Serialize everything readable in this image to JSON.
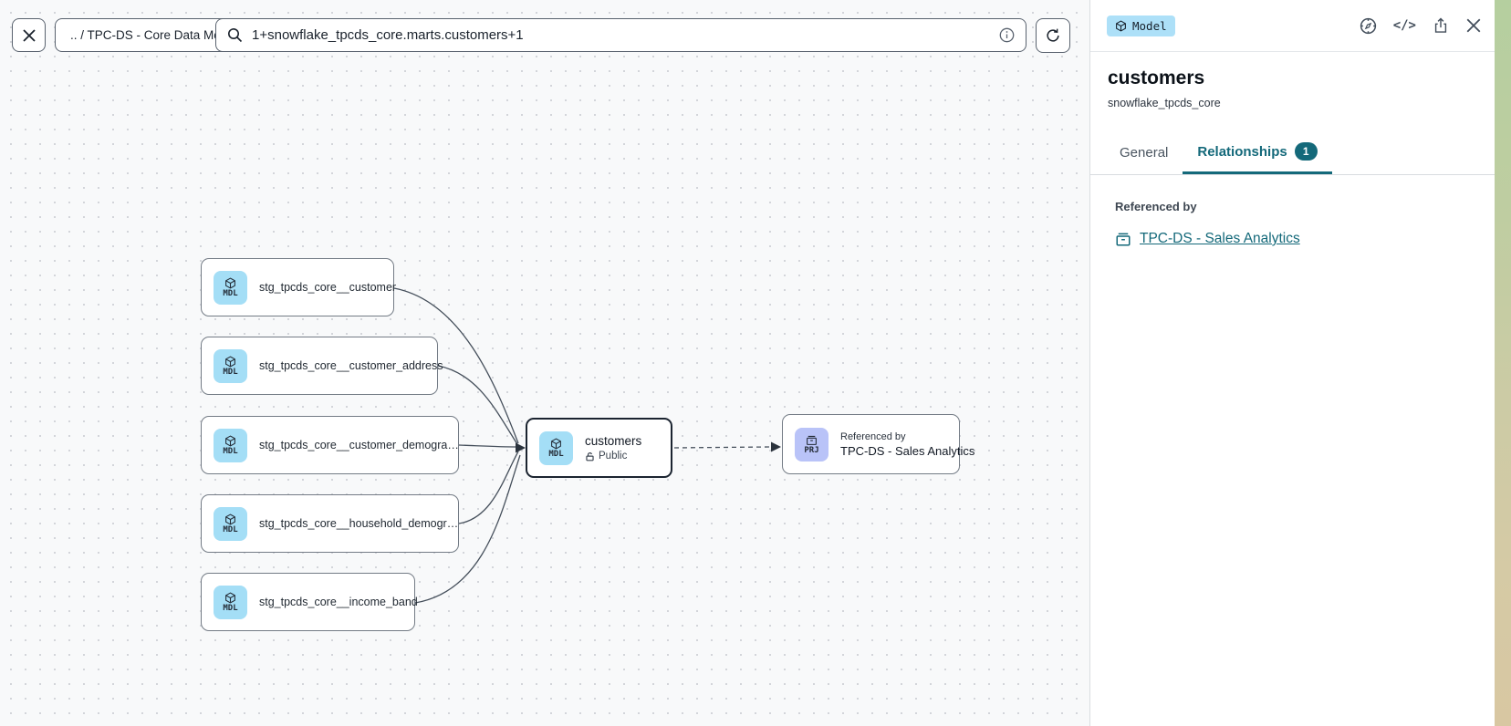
{
  "toolbar": {
    "breadcrumb": ".. / TPC-DS - Core Data Models",
    "search": {
      "value": "1+snowflake_tpcds_core.marts.customers+1"
    }
  },
  "canvas": {
    "nodes": [
      {
        "badge": "MDL",
        "label": "stg_tpcds_core__customer"
      },
      {
        "badge": "MDL",
        "label": "stg_tpcds_core__customer_address"
      },
      {
        "badge": "MDL",
        "label": "stg_tpcds_core__customer_demogra…"
      },
      {
        "badge": "MDL",
        "label": "stg_tpcds_core__household_demogr…"
      },
      {
        "badge": "MDL",
        "label": "stg_tpcds_core__income_band"
      }
    ],
    "selected_node": {
      "badge": "MDL",
      "title": "customers",
      "access_label": "Public"
    },
    "project_node": {
      "badge": "PRJ",
      "eyebrow": "Referenced by",
      "title": "TPC-DS - Sales Analytics"
    }
  },
  "panel": {
    "resource_type": "Model",
    "title": "customers",
    "subtitle": "snowflake_tpcds_core",
    "tabs": {
      "general": "General",
      "relationships": "Relationships",
      "relationships_count": "1"
    },
    "referenced_by": {
      "label": "Referenced by",
      "link": "TPC-DS - Sales Analytics"
    }
  },
  "icons": {
    "code": "</>"
  },
  "colors": {
    "accent": "#14697A",
    "model_badge": "#A4DEF6",
    "project_badge": "#B9C3F8",
    "wallpaper_top": "#B5CF9F",
    "wallpaper_bottom": "#D8C7A2"
  }
}
